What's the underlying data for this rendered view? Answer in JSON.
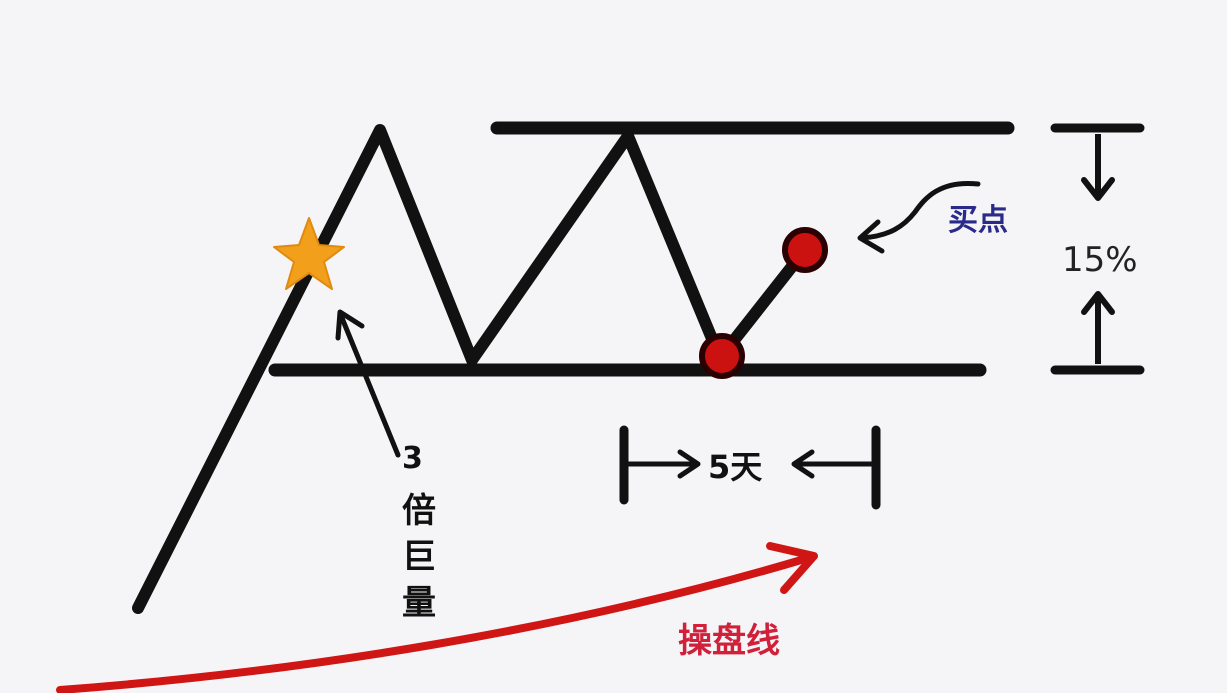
{
  "labels": {
    "buy_point": "买点",
    "percent": "15%",
    "days": "5天",
    "volume_number": "3",
    "volume_chars": [
      "倍",
      "巨",
      "量"
    ],
    "control_line": "操盘线"
  },
  "colors": {
    "line": "#111111",
    "marker_fill": "#cc1111",
    "marker_stroke": "#2a0000",
    "star": "#f2a01c",
    "buy_text": "#2a2a8a",
    "control_text": "#d0203a",
    "control_arrow": "#d01515"
  },
  "icons": {
    "star": "star-icon",
    "marker": "red-dot-marker"
  }
}
